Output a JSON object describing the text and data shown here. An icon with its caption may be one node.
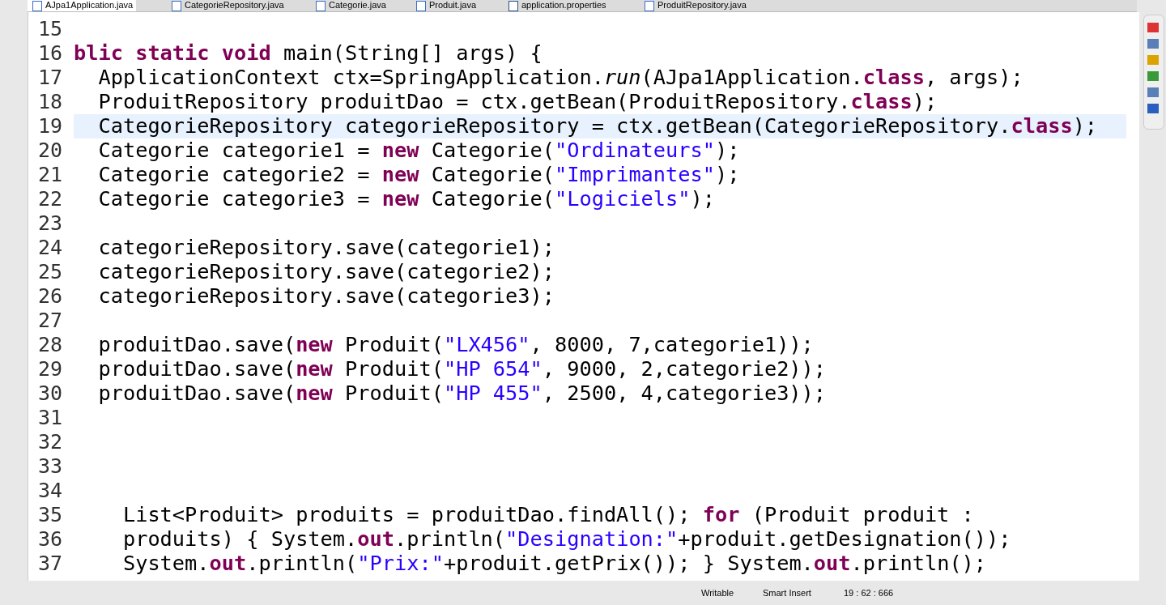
{
  "diagram": {
    "labels": [
      "AJpa1Application.java",
      "CategorieRepository.java",
      "Categorie.java",
      "Produit.java",
      "application.properties",
      "ProduitRepository.java",
      "15",
      "16",
      "**blic static void** main(String[] args) {",
      "17",
      "  ApplicationContext ctx=SpringApplication.*run*(AJpa1Application.**class**, args);",
      "18",
      "  ProduitRepository produitDao = ctx.getBean(ProduitRepository.**class**);",
      "19",
      "  CategorieRepository categorieRepository = ctx.getBean(CategorieRepository.**class**);",
      "20",
      "  Categorie categorie1 = **new** Categorie(\"Ordinateurs\");",
      "21",
      "  Categorie categorie2 = **new** Categorie(\"Imprimantes\");",
      "22",
      "  Categorie categorie3 = **new** Categorie(\"Logiciels\");",
      "23",
      "24",
      "  categorieRepository.save(categorie1);",
      "25",
      "  categorieRepository.save(categorie2);",
      "26",
      "  categorieRepository.save(categorie3);",
      "27",
      "28",
      "  produitDao.save(**new** Produit(\"LX456\", 8000, 7,categorie1));",
      "29",
      "  produitDao.save(**new** Produit(\"HP 654\", 9000, 2,categorie2));",
      "30",
      "  produitDao.save(**new** Produit(\"HP 455\", 2500, 4,categorie3));",
      "31",
      "32",
      "33",
      "34",
      "35",
      "    List<Produit> produits = produitDao.findAll(); **for** (Produit produit :",
      "36",
      "    produits) { System.**out**.println(\"Designation:\"+produit.getDesignation());",
      "37",
      "    System.**out**.println(\"Prix:\"+produit.getPrix()); } System.**out**.println();",
      "Writable",
      "Smart Insert",
      "19 : 62 : 666"
    ]
  }
}
